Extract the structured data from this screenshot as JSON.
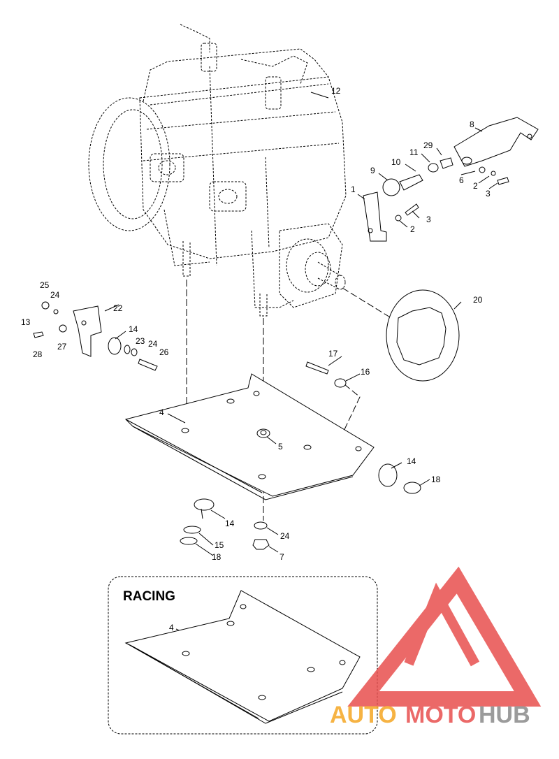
{
  "callouts": {
    "c1": "1",
    "c2a": "2",
    "c2b": "2",
    "c3a": "3",
    "c3b": "3",
    "c4": "4",
    "c4r": "4",
    "c5": "5",
    "c6": "6",
    "c7": "7",
    "c8": "8",
    "c9": "9",
    "c10": "10",
    "c11": "11",
    "c12": "12",
    "c13": "13",
    "c14a": "14",
    "c14b": "14",
    "c14c": "14",
    "c15": "15",
    "c16": "16",
    "c17": "17",
    "c18a": "18",
    "c18b": "18",
    "c20": "20",
    "c22": "22",
    "c23": "23",
    "c24a": "24",
    "c24b": "24",
    "c24c": "24",
    "c25": "25",
    "c26": "26",
    "c27": "27",
    "c28": "28",
    "c29": "29"
  },
  "racing_label": "RACING",
  "watermark": {
    "part1": "AUTO",
    "part2": "MOTO",
    "part3": "HUB"
  },
  "colors": {
    "watermark_red": "#e8504e",
    "watermark_orange": "#f5a623",
    "watermark_grey": "#8a8a8a",
    "line": "#000000"
  }
}
